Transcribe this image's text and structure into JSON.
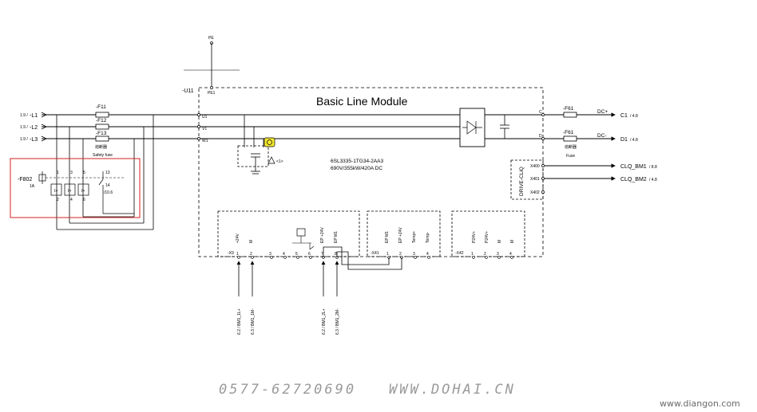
{
  "module": {
    "title": "Basic Line Module",
    "ref": "-U11",
    "order_no": "6SL3335-1TG34-2AA3",
    "rating": "690V/355kW/420A DC",
    "note": "<1>"
  },
  "pe": {
    "top": "PE",
    "terminal": "PE1"
  },
  "inputs": [
    {
      "ref": "1.9 /",
      "name": "-L1"
    },
    {
      "ref": "1.9 /",
      "name": "-L2"
    },
    {
      "ref": "1.9 /",
      "name": "-L3"
    }
  ],
  "fuses": [
    "-F11",
    "-F12",
    "-F13"
  ],
  "fuse_note": {
    "cn": "熔断器",
    "en": "Safety fuse"
  },
  "input_terminals": [
    "U1",
    "V1",
    "W1"
  ],
  "breaker": {
    "ref": "-F802",
    "rating": "1A",
    "contacts": [
      "1",
      "3",
      "5",
      "13"
    ],
    "bottom": [
      "2",
      "4",
      "6",
      "14"
    ],
    "ref2": "/10.6"
  },
  "dc_outputs": [
    {
      "fuse": "-F61",
      "label": "DC+",
      "terminal": "C1",
      "ref": "/ 4.8",
      "pin": "C"
    },
    {
      "fuse": "-F61",
      "label": "DC-",
      "terminal": "D1",
      "ref": "/ 4.8",
      "pin": "D"
    }
  ],
  "fuse_note2": {
    "cn": "熔断器",
    "en": "Fuse"
  },
  "drive_clq": {
    "label": "DRIVE-CLiQ",
    "ports": [
      {
        "port": "X400",
        "signal": "CLQ_BM1",
        "ref": "/ 8.8"
      },
      {
        "port": "X401",
        "signal": "CLQ_BM2",
        "ref": "/ 4.8"
      },
      {
        "port": "X402",
        "signal": "",
        "ref": ""
      }
    ]
  },
  "x9": {
    "ref": "-X9",
    "labels": [
      "+24V",
      "M",
      "",
      "",
      "",
      "",
      "EP +24V",
      "EP M1"
    ],
    "pins": [
      "1",
      "2",
      "3",
      "4",
      "5",
      "6",
      "7",
      "8"
    ]
  },
  "x41": {
    "ref": "-X41",
    "labels": [
      "EP M1",
      "EP +24V",
      "Temp+",
      "Temp-"
    ],
    "pins": [
      "1",
      "2",
      "3",
      "4"
    ]
  },
  "x42": {
    "ref": "-X42",
    "labels": [
      "P24V+",
      "P24V+",
      "M",
      "M"
    ],
    "pins": [
      "1",
      "2",
      "3",
      "4"
    ]
  },
  "bottom_signals": [
    {
      "ref": "6.2 /",
      "name": "BM1_1L+"
    },
    {
      "ref": "6.3 /",
      "name": "BM1_1M-"
    },
    {
      "ref": "6.2 /",
      "name": "BM1_2L+"
    },
    {
      "ref": "6.3 /",
      "name": "BM1_2M-"
    }
  ],
  "watermark": {
    "phone": "0577-62720690",
    "site": "WWW.DOHAI.CN",
    "site2": "www.diangon.com"
  }
}
